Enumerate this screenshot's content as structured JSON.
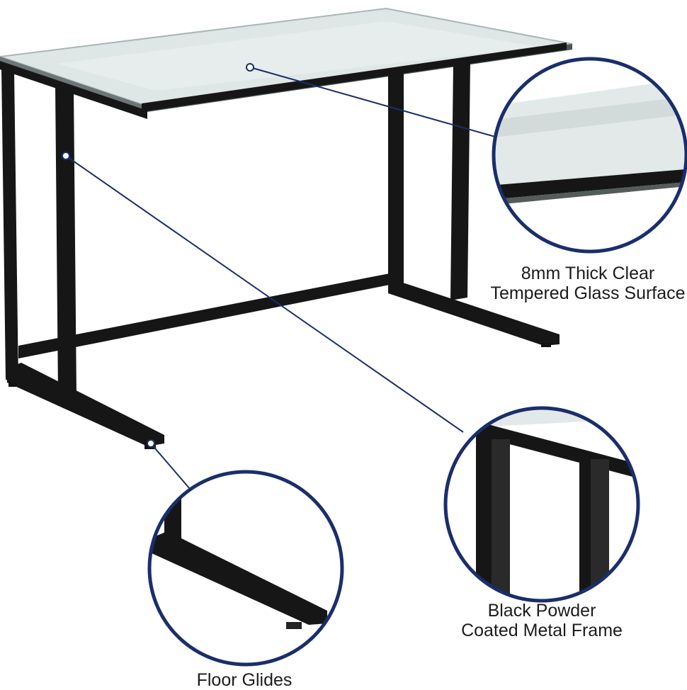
{
  "product": "glass-top desk with black metal frame",
  "colors": {
    "frame": "#161616",
    "glass_fill": "#dfe6e6",
    "glass_edge": "#a9b6b6",
    "callout": "#1a2e6b",
    "background": "#ffffff",
    "text": "#1c1c1c"
  },
  "callouts": {
    "glass": {
      "line1": "8mm Thick Clear",
      "line2": "Tempered Glass Surface"
    },
    "frame": {
      "line1": "Black Powder",
      "line2": "Coated Metal Frame"
    },
    "glides": {
      "line1": "Floor Glides"
    }
  }
}
